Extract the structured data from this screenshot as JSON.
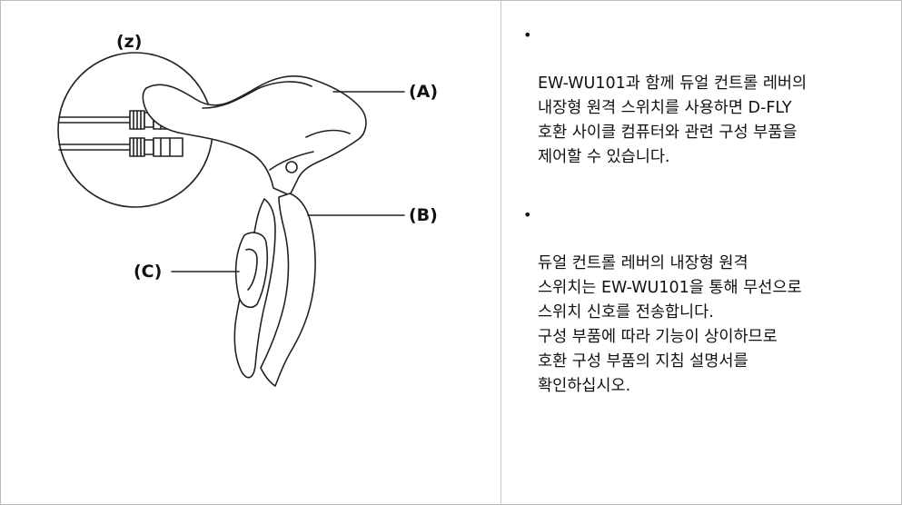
{
  "figure": {
    "labels": {
      "z": "(z)",
      "a": "(A)",
      "b": "(B)",
      "c": "(C)"
    }
  },
  "notes": [
    {
      "bullet": "•",
      "text": "EW-WU101과 함께 듀얼 컨트롤 레버의\n내장형 원격 스위치를 사용하면 D-FLY\n호환 사이클 컴퓨터와 관련 구성 부품을\n제어할 수 있습니다."
    },
    {
      "bullet": "•",
      "text": "듀얼 컨트롤 레버의 내장형 원격\n스위치는 EW-WU101을 통해 무선으로\n스위치 신호를 전송합니다.\n구성 부품에 따라 기능이 상이하므로\n호환 구성 부품의 지침 설명서를\n확인하십시오."
    }
  ]
}
